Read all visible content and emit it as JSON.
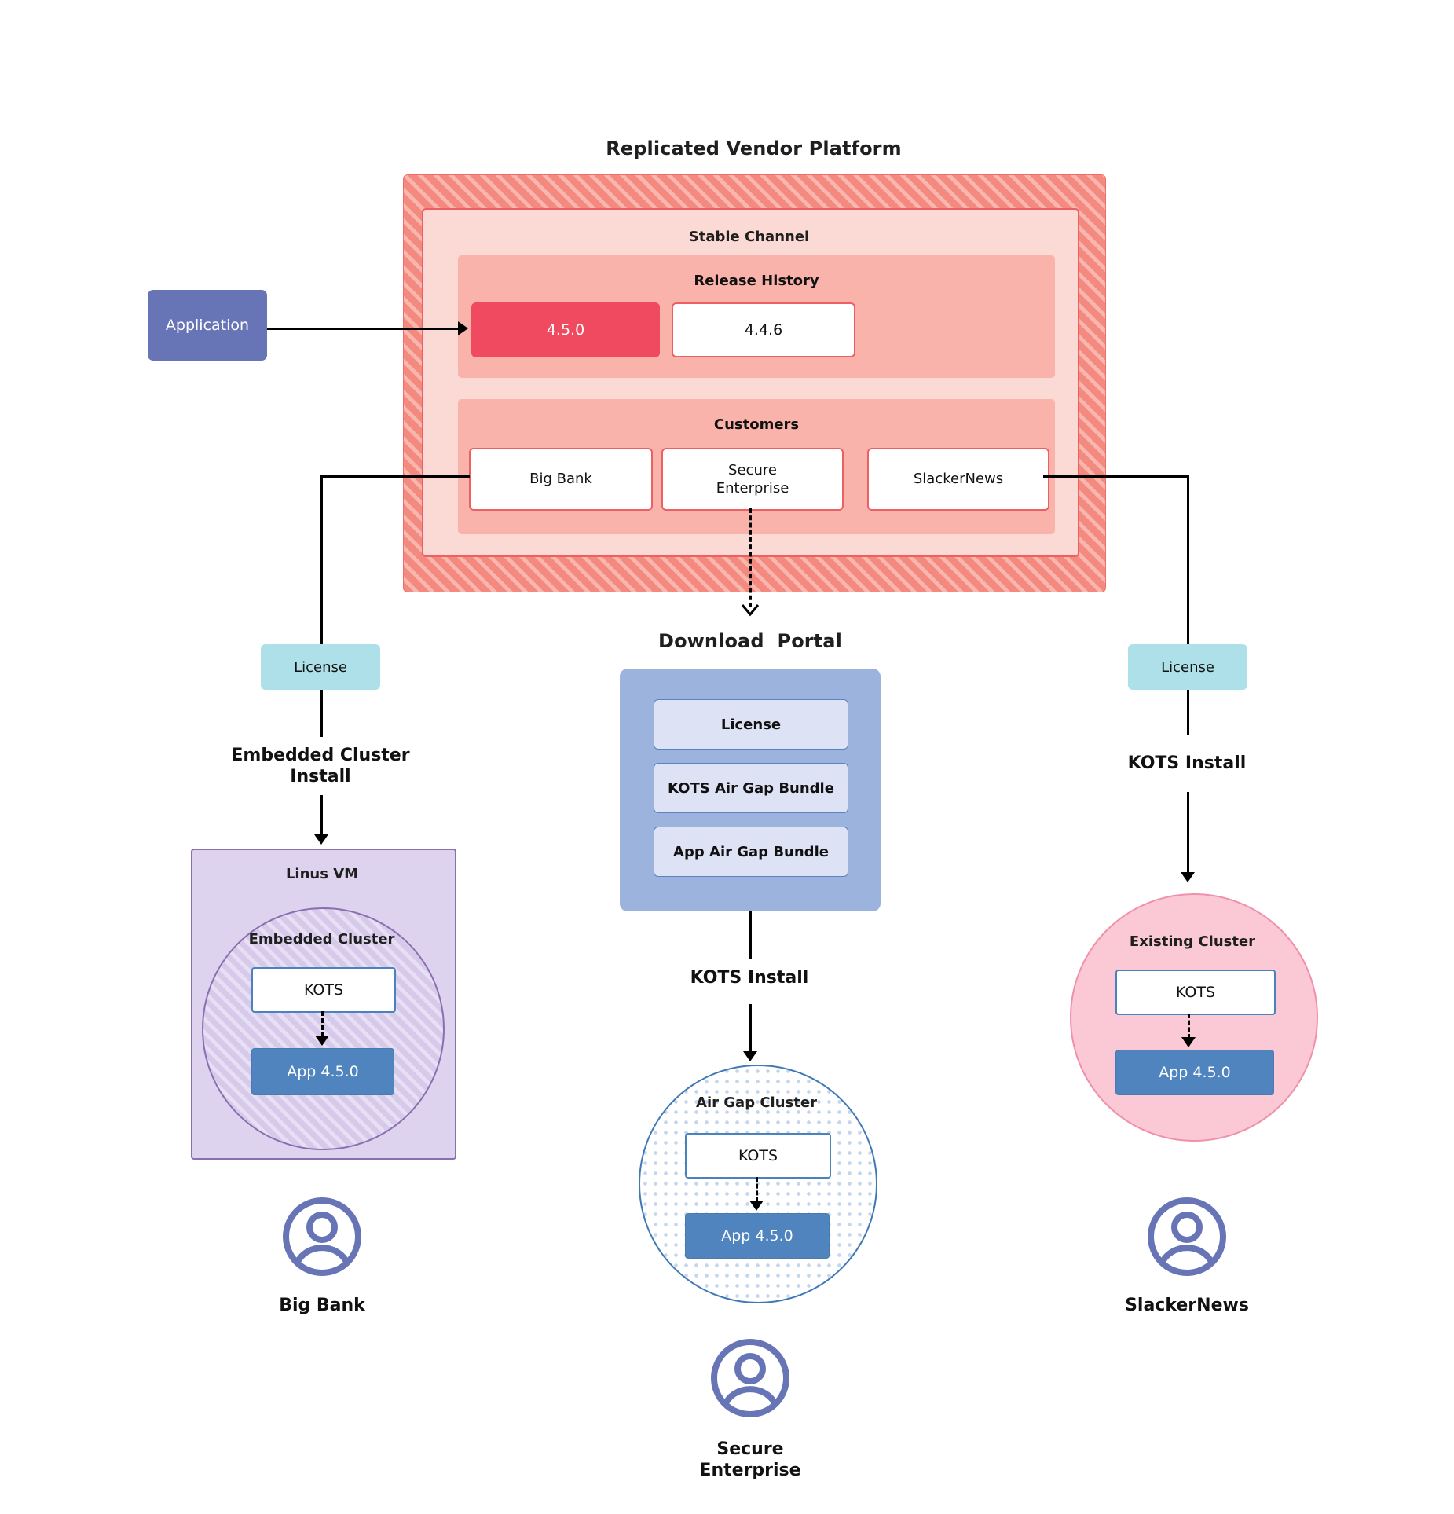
{
  "diagram": {
    "platform": {
      "title": "Replicated Vendor Platform",
      "channel_title": "Stable Channel",
      "release_history": {
        "title": "Release History",
        "releases": [
          {
            "version": "4.5.0",
            "state": "current"
          },
          {
            "version": "4.4.6",
            "state": "previous"
          }
        ]
      },
      "customers": {
        "title": "Customers",
        "items": [
          {
            "name": "Big Bank"
          },
          {
            "name": "Secure\nEnterprise"
          },
          {
            "name": "SlackerNews"
          }
        ]
      }
    },
    "application": {
      "label": "Application"
    },
    "licenses": [
      {
        "id": "license-left",
        "label": "License"
      },
      {
        "id": "license-right",
        "label": "License"
      }
    ],
    "install_labels": {
      "left": "Embedded Cluster\nInstall",
      "center": "KOTS Install",
      "right": "KOTS Install"
    },
    "download_portal": {
      "title": "Download  Portal",
      "items": [
        {
          "label": "License"
        },
        {
          "label": "KOTS Air Gap Bundle"
        },
        {
          "label": "App Air Gap Bundle"
        }
      ]
    },
    "targets": {
      "left": {
        "outer_label": "Linus VM",
        "cluster_label": "Embedded Cluster",
        "kots_label": "KOTS",
        "app_label": "App 4.5.0"
      },
      "center": {
        "cluster_label": "Air Gap Cluster",
        "kots_label": "KOTS",
        "app_label": "App 4.5.0"
      },
      "right": {
        "cluster_label": "Existing Cluster",
        "kots_label": "KOTS",
        "app_label": "App 4.5.0"
      }
    },
    "end_users": [
      {
        "name": "Big Bank",
        "icon": "user-avatar-icon"
      },
      {
        "name": "Secure\nEnterprise",
        "icon": "user-avatar-icon"
      },
      {
        "name": "SlackerNews",
        "icon": "user-avatar-icon"
      }
    ],
    "colors": {
      "platform_hatch": "#f4897f",
      "channel_fill": "#fbd9d4",
      "panel_fill": "#f9b3aa",
      "release_current": "#ef4a5f",
      "border_red": "#ec5f62",
      "application_fill": "#6775b6",
      "license_fill": "#ade0e9",
      "portal_fill": "#9cb3dd",
      "portal_item_fill": "#dde3f4",
      "vm_fill": "#ddd3ee",
      "vm_border": "#8a6fb0",
      "airgap_border": "#3f78b5",
      "existing_fill": "#fbc9d6",
      "app_box_fill": "#5084bf",
      "kots_border": "#4a82bd",
      "avatar_color": "#6775b6"
    }
  }
}
